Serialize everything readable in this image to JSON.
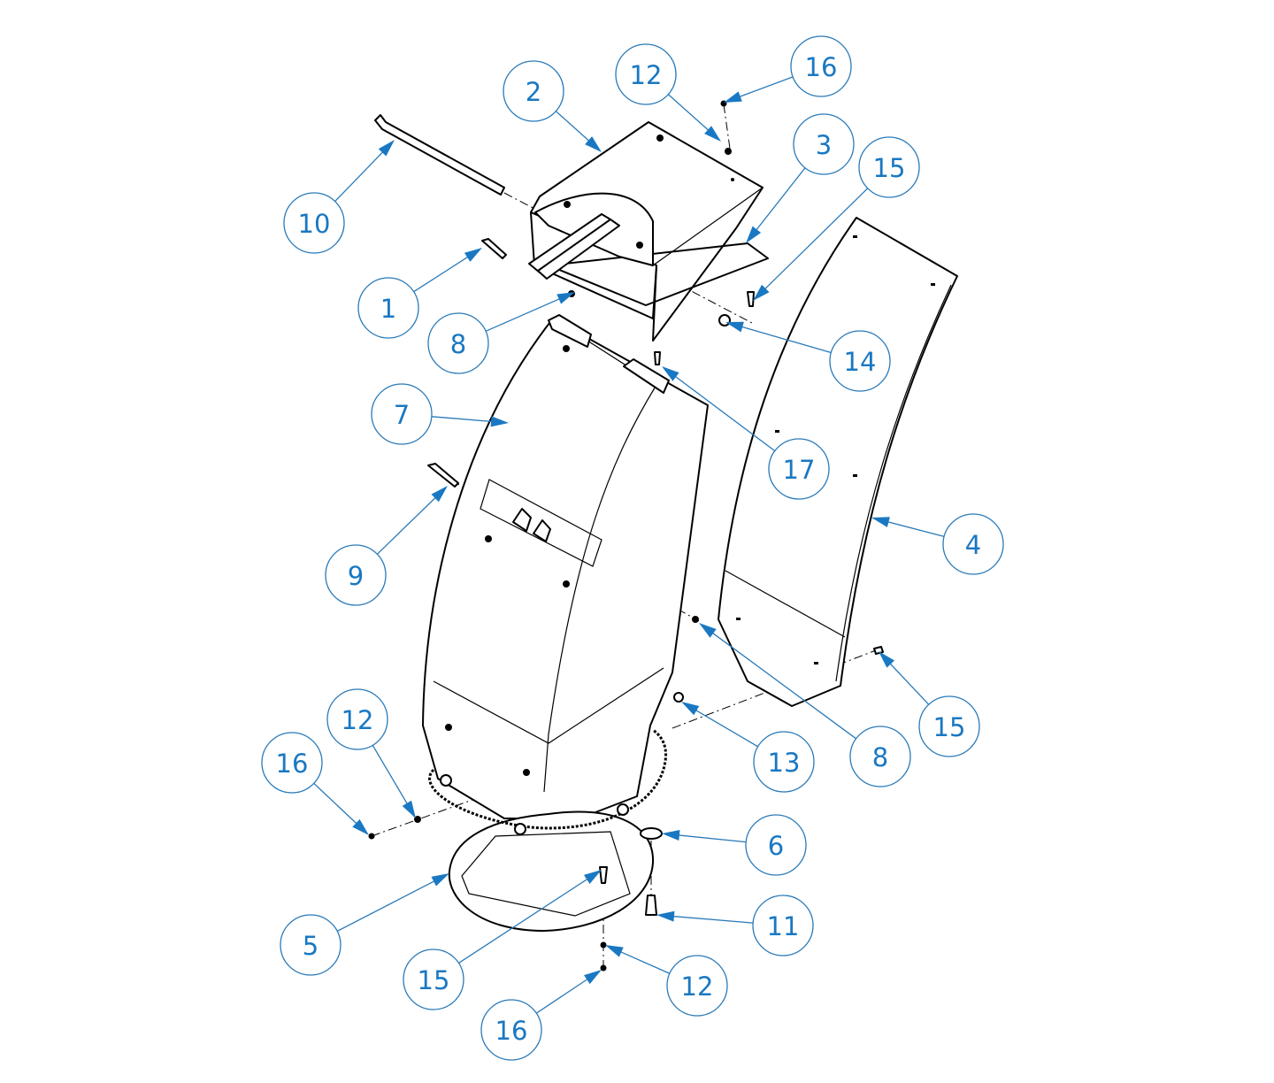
{
  "diagram": {
    "type": "exploded-assembly-drawing",
    "accent_color": "#1a78c2",
    "balloons": [
      "2",
      "12",
      "16",
      "10",
      "3",
      "15",
      "1",
      "8",
      "14",
      "7",
      "17",
      "4",
      "9",
      "12",
      "16",
      "15",
      "13",
      "8",
      "6",
      "11",
      "5",
      "15",
      "12",
      "16"
    ]
  }
}
